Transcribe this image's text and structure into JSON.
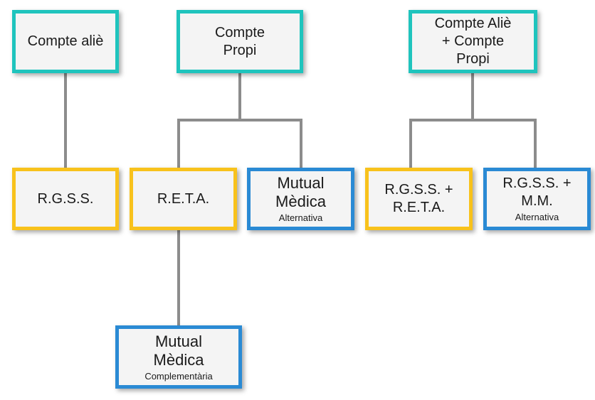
{
  "diagram": {
    "nodes": {
      "compte_alie": {
        "label": "Compte aliè",
        "sub": ""
      },
      "compte_propi": {
        "label": "Compte\nPropi",
        "sub": ""
      },
      "compte_alie_propi": {
        "label": "Compte Aliè\n+ Compte\nPropi",
        "sub": ""
      },
      "rgss": {
        "label": "R.G.S.S.",
        "sub": ""
      },
      "reta": {
        "label": "R.E.T.A.",
        "sub": ""
      },
      "mutual_alternativa": {
        "label": "Mutual\nMèdica",
        "sub": "Alternativa"
      },
      "rgss_reta": {
        "label": "R.G.S.S. +\nR.E.T.A.",
        "sub": ""
      },
      "rgss_mm": {
        "label": "R.G.S.S. +\nM.M.",
        "sub": "Alternativa"
      },
      "mutual_complementaria": {
        "label": "Mutual\nMèdica",
        "sub": "Complementària"
      }
    },
    "colors": {
      "teal": "#1fc4bd",
      "yellow": "#f8c21c",
      "blue": "#2a8ad4",
      "connector": "#8c8c8c",
      "box_fill": "#f4f4f4"
    }
  }
}
